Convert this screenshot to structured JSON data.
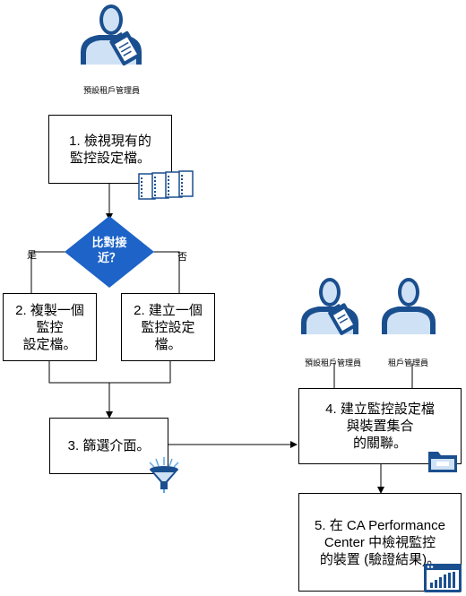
{
  "actors": {
    "top": "預設租戶管理員",
    "right1": "預設租戶管理員",
    "right2": "租戶管理員"
  },
  "steps": {
    "s1": "1. 檢視現有的\n監控設定檔。",
    "s2a": "2. 複製一個\n監控\n設定檔。",
    "s2b": "2. 建立一個\n監控設定\n檔。",
    "s3": "3. 篩選介面。",
    "s4": "4. 建立監控設定檔\n與裝置集合\n的關聯。",
    "s5": "5. 在 CA Performance\nCenter 中檢視監控\n的裝置 (驗證結果)。"
  },
  "decision": {
    "label": "比對接\n近？",
    "yes": "是",
    "no": "否"
  },
  "colors": {
    "primary": "#1a4f8f",
    "light": "#cfe1f5",
    "diamond": "#1d63c8"
  }
}
